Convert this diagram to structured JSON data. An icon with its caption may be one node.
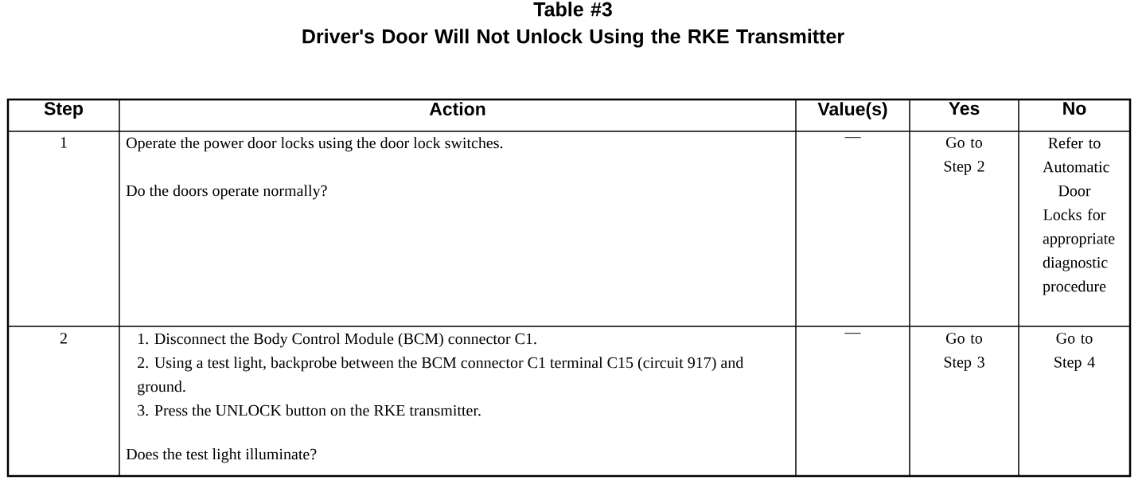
{
  "diagram": {
    "labels": [
      "Table #3",
      "Driver's Door Will Not Unlock Using the RKE Transmitter",
      "Step",
      "Action",
      "Value(s)",
      "Yes",
      "No",
      "1",
      "Operate the power door locks using the door lock switches.",
      "Do the doors operate normally?",
      "—",
      "Go to Step 2",
      "Refer to Automatic Door Locks for appropriate diagnostic procedure",
      "2",
      "1. Disconnect the Body Control Module (BCM) connector C1.",
      "2. Using a test light, backprobe between the BCM connector C1 terminal C15 (circuit 917) and ground.",
      "3. Press the UNLOCK button on the RKE transmitter.",
      "Does the test light illuminate?",
      "—",
      "Go to Step 3",
      "Go to Step 4"
    ]
  }
}
